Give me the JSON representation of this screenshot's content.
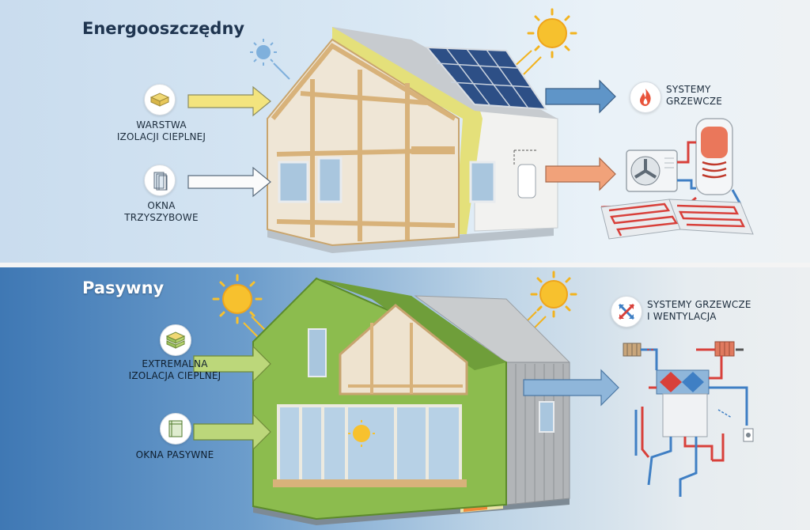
{
  "sections": {
    "top": {
      "title": "Energooszczędny",
      "insulation_label_1": "WARSTWA",
      "insulation_label_2": "IZOLACJI CIEPLNEJ",
      "windows_label_1": "OKNA",
      "windows_label_2": "TRZYSZYBOWE",
      "heating_label_1": "SYSTEMY",
      "heating_label_2": "GRZEWCZE"
    },
    "bottom": {
      "title": "Pasywny",
      "insulation_label_1": "EXTREMALNA",
      "insulation_label_2": "IZOLACJA CIEPLNEJ",
      "windows_label": "OKNA PASYWNE",
      "systems_label_1": "SYSTEMY GRZEWCZE",
      "systems_label_2": "I WENTYLACJA"
    }
  },
  "colors": {
    "arrow_yellow": "#f3e47e",
    "arrow_blue": "#5f95c8",
    "arrow_orange": "#f1a27a",
    "arrow_green": "#bcd77a",
    "insulation_yellow": "#e4e07a",
    "insulation_green": "#7fb24a",
    "timber": "#d8b27a",
    "pipe_red": "#d8403a",
    "pipe_blue": "#3f7fc4"
  }
}
